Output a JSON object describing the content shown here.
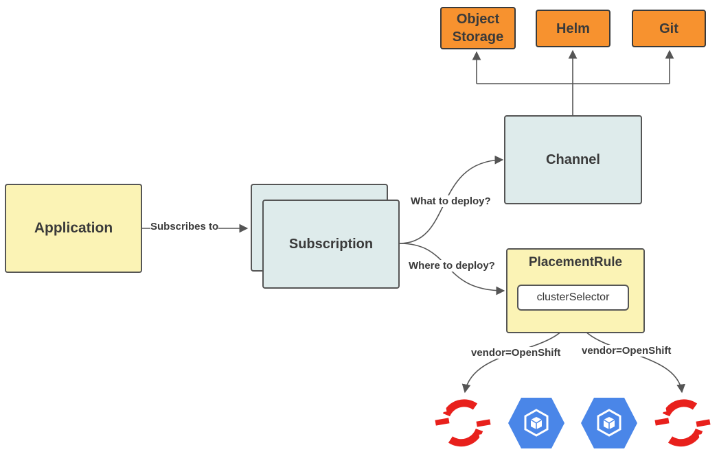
{
  "nodes": {
    "object_storage": "Object Storage",
    "helm": "Helm",
    "git": "Git",
    "channel": "Channel",
    "application": "Application",
    "subscription": "Subscription",
    "placement_rule": "PlacementRule",
    "cluster_selector": "clusterSelector"
  },
  "edges": {
    "subscribes_to": "Subscribes to",
    "what_to_deploy": "What to deploy?",
    "where_to_deploy": "Where to deploy?",
    "vendor_left": "vendor=OpenShift",
    "vendor_right": "vendor=OpenShift"
  },
  "icons": [
    "openshift-logo-icon",
    "kubernetes-engine-icon",
    "kubernetes-engine-icon",
    "openshift-logo-icon"
  ],
  "colors": {
    "source_box": "#f7922f",
    "application_box": "#fbf3b5",
    "resource_box": "#deebeb",
    "placement_box": "#fbf3b5",
    "openshift_red": "#e8201c",
    "gke_blue": "#4a86e8"
  }
}
